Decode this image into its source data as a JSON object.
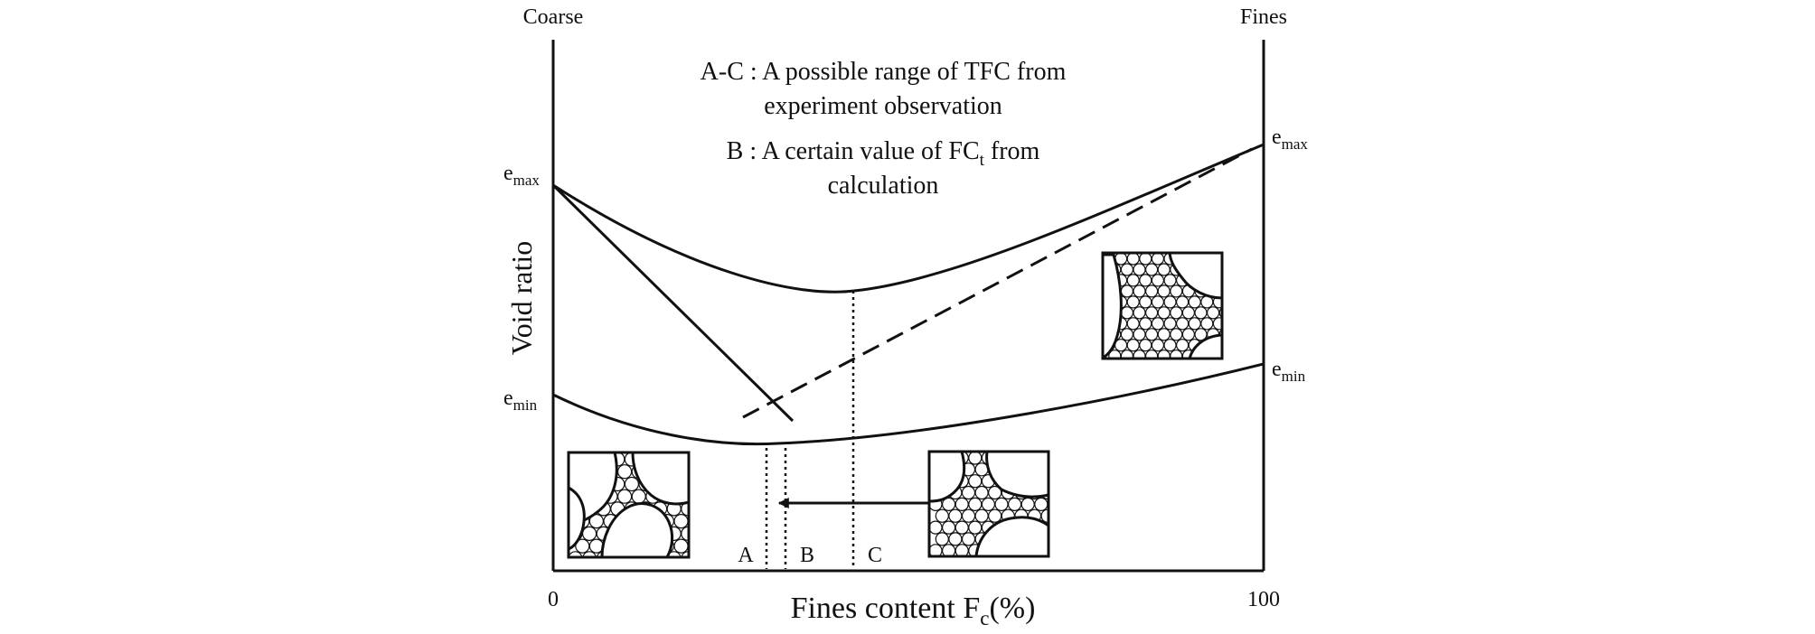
{
  "labels": {
    "coarse": "Coarse",
    "fines": "Fines",
    "y_axis": "Void ratio",
    "x_axis_main": "Fines content F",
    "x_axis_sub": "c",
    "x_axis_unit": "(%)",
    "x_zero": "0",
    "x_hundred": "100",
    "e": "e",
    "max": "max",
    "min": "min"
  },
  "legend": {
    "ac_line1": "A-C : A possible range of TFC from",
    "ac_line2": "experiment observation",
    "b_line1_pre": "B : A certain value of FC",
    "b_line1_sub": "t",
    "b_line1_post": " from",
    "b_line2": "calculation"
  },
  "markers": {
    "a": "A",
    "b": "B",
    "c": "C"
  },
  "colors": {
    "ink": "#111111",
    "background": "#ffffff"
  }
}
